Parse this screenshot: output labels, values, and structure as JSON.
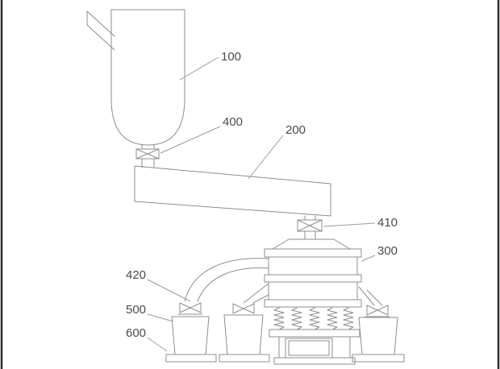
{
  "figure": {
    "labels": {
      "tank": "100",
      "conveyor": "200",
      "sieve": "300",
      "tank_valve": "400",
      "sieve_inlet_valve": "410",
      "discharge_pipe": "420",
      "container": "500",
      "base": "600"
    },
    "colors": {
      "drawing_line": "#8d8d8d",
      "label_text": "#4b4b4b",
      "frame_border": "#2f2f2f"
    }
  }
}
